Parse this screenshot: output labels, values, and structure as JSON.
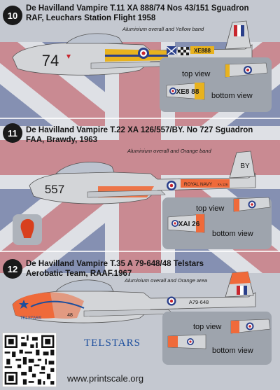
{
  "colors": {
    "aluminium": "#d3d5d8",
    "yellow": "#e8b21e",
    "orange": "#ef6a3a",
    "roundel_blue": "#2a3f8a",
    "roundel_red": "#c8262e",
    "panel": "#9ea4ad",
    "telstars_blue": "#1c4e9d"
  },
  "profiles": [
    {
      "number": "10",
      "title_line1": "De Havilland Vampire T.11 XA 888/74 Nos 43/151  Sguadron",
      "title_line2": "RAF, Leuchars Station Flight 1958",
      "note": "Aluminium overall and Yellow band",
      "nose_code": "74",
      "serial": "XE888",
      "underwing_serial": "XE8 88",
      "top_view_label": "top view",
      "bottom_view_label": "bottom view"
    },
    {
      "number": "11",
      "title_line1": "De Havilland Vampire T.22 XA 126/557/BY. No 727 Sguadron",
      "title_line2": "FAA, Brawdy, 1963",
      "note": "Aluminium overall and Orange band",
      "nose_code": "557",
      "tail_code": "BY",
      "boom_text": "ROYAL   NAVY",
      "boom_serial": "XA 126",
      "underwing_serial": "XAI 26",
      "top_view_label": "top view",
      "bottom_view_label": "bottom view"
    },
    {
      "number": "12",
      "title_line1": "De Havilland Vampire T.35 A 79-648/48 Telstars",
      "title_line2": "Aerobatic Team, RAAF.1967",
      "note": "Aluminium overall and Orange area",
      "nose_code": "48",
      "serial": "A79-648",
      "nose_script": "TELSTARS",
      "top_view_label": "top view",
      "bottom_view_label": "bottom view"
    }
  ],
  "logo_text": "TELSTARS",
  "website": "www.printscale.org"
}
